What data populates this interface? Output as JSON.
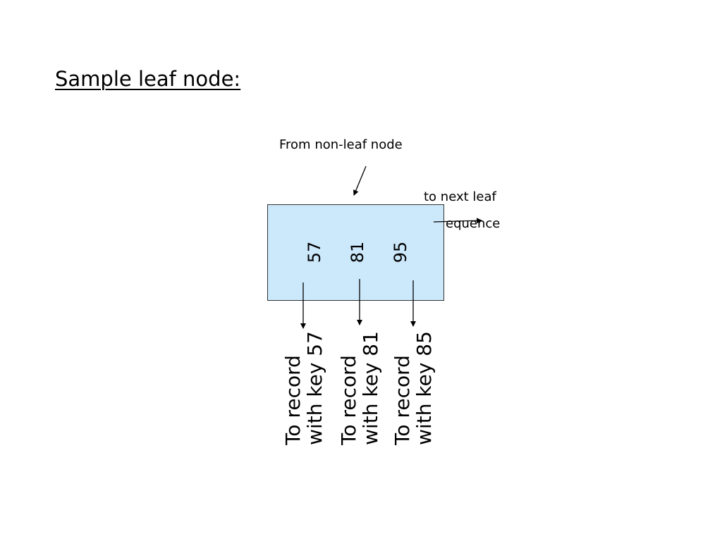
{
  "title": "Sample leaf node:",
  "labels": {
    "from_non_leaf": "From non-leaf node",
    "to_next_leaf": "to next leaf",
    "sequence": "equence"
  },
  "leaf_node": {
    "keys": [
      "57",
      "81",
      "95"
    ],
    "fill_color": "#cce8fb"
  },
  "record_pointers": [
    {
      "line1": "To record",
      "line2": "with key 57"
    },
    {
      "line1": "To record",
      "line2": "with key 81"
    },
    {
      "line1": "To record",
      "line2": "with key 85"
    }
  ]
}
